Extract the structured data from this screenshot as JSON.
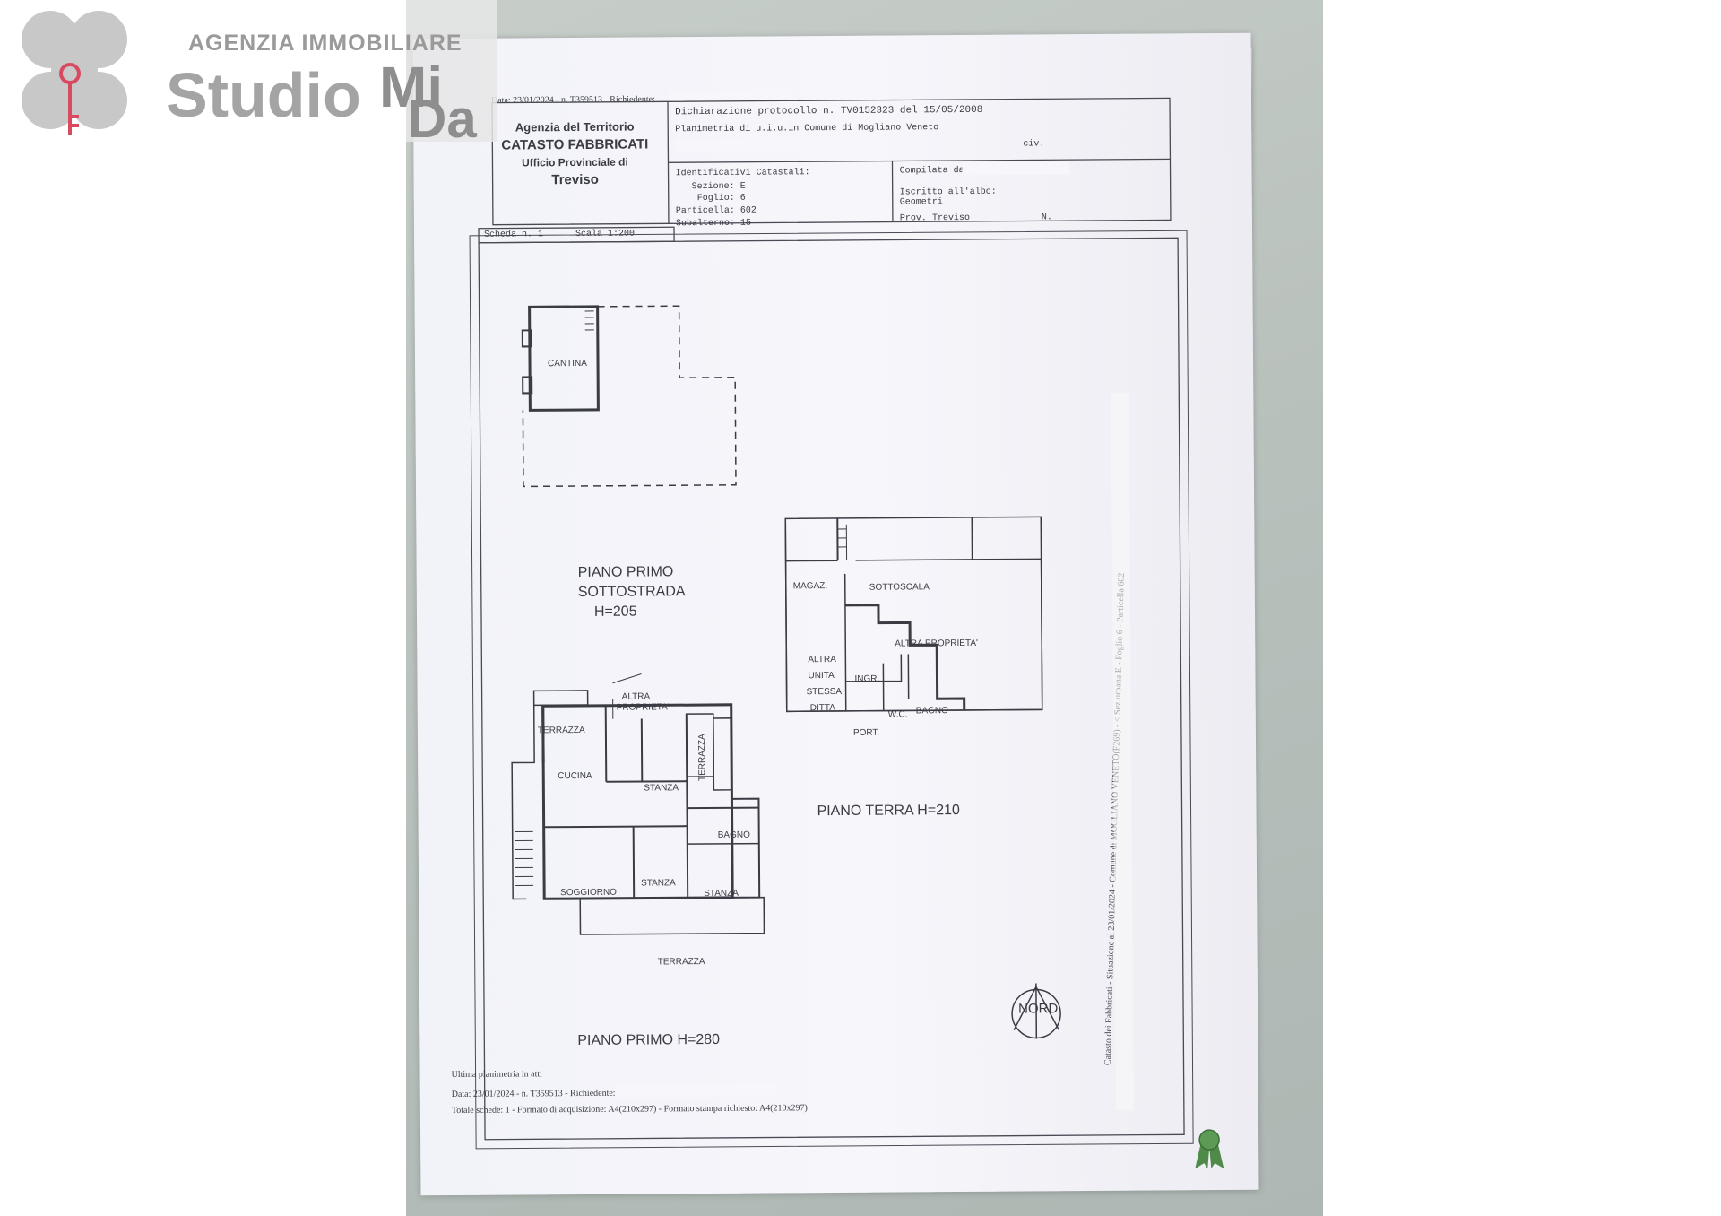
{
  "watermark": {
    "agency": "AGENZIA IMMOBILIARE",
    "studio": "Studio",
    "mi": "Mi",
    "da": "Da"
  },
  "header": {
    "top_line": "Data: 23/01/2024 - n. T359513 - Richiedente:",
    "office_line1": "Agenzia del Territorio",
    "office_line2": "CATASTO FABBRICATI",
    "office_line3": "Ufficio Provinciale di",
    "office_line4": "Treviso",
    "declaration": "Dichiarazione protocollo n. TV0152323 del 15/05/2008",
    "planimetria": "Planimetria di u.i.u.in Comune di Mogliano Veneto",
    "civ": "civ.",
    "identificativi": "Identificativi Catastali:",
    "sezione": "Sezione: E",
    "foglio": "Foglio: 6",
    "particella": "Particella: 602",
    "subalterno": "Subalterno: 15",
    "compilata": "Compilata da:",
    "iscritto": "Iscritto all'albo:",
    "geometri": "Geometri",
    "prov": "Prov. Treviso",
    "numero": "N.",
    "scheda": "Scheda n. 1",
    "scala": "Scala 1:200"
  },
  "floors": {
    "sottostrada_line1": "PIANO PRIMO",
    "sottostrada_line2": "SOTTOSTRADA",
    "sottostrada_h": "H=205",
    "terra": "PIANO TERRA H=210",
    "primo": "PIANO PRIMO H=280"
  },
  "rooms": {
    "cantina": "CANTINA",
    "magaz": "MAGAZ.",
    "sottoscala": "SOTTOSCALA",
    "altra_proprieta": "ALTRA PROPRIETA'",
    "altra_unita_1": "ALTRA",
    "altra_unita_2": "UNITA'",
    "altra_unita_3": "STESSA",
    "altra_unita_4": "DITTA",
    "ingr": "INGR.",
    "port": "PORT.",
    "wc": "W.C.",
    "bagno_terra": "BAGNO",
    "altra_1": "ALTRA",
    "altra_2": "PROPRIETA'",
    "terrazza_top": "TERRAZZA",
    "cucina": "CUCINA",
    "stanza_1": "STANZA",
    "terrazza_side": "TERRAZZA",
    "bagno_primo": "BAGNO",
    "soggiorno": "SOGGIORNO",
    "stanza_2": "STANZA",
    "stanza_3": "STANZA",
    "terrazza_bottom": "TERRAZZA"
  },
  "compass": "NORD",
  "side_text": "Catasto dei Fabbricati - Situazione al 23/01/2024 - Comune di MOGLIANO VENETO(F269) - < Sez.urbana E - Foglio 6 - Particella 602",
  "footer": {
    "ultima": "Ultima planimetria in atti",
    "data": "Data: 23/01/2024 - n. T359513 - Richiedente:",
    "totale": "Totale schede: 1 - Formato di acquisizione: A4(210x297) - Formato stampa richiesto: A4(210x297)"
  },
  "colors": {
    "ink": "#3b3b44",
    "paper": "#f4f4fa",
    "background_photo": "#b9c1bd",
    "watermark_gray": "#a4a4a4",
    "logo_key_red": "#d84a5f",
    "ribbon_green": "#4f8a4a"
  }
}
